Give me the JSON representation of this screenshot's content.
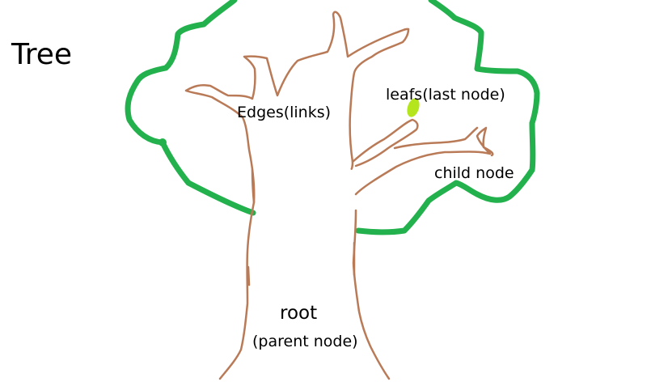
{
  "title": "Tree",
  "labels": {
    "edges": "Edges(links)",
    "leafs": "leafs(last node)",
    "child": "child node",
    "root": "root",
    "parent": "(parent node)"
  },
  "colors": {
    "trunk": "#b97a57",
    "canopy": "#22b14c",
    "leaf": "#b5e61d"
  }
}
